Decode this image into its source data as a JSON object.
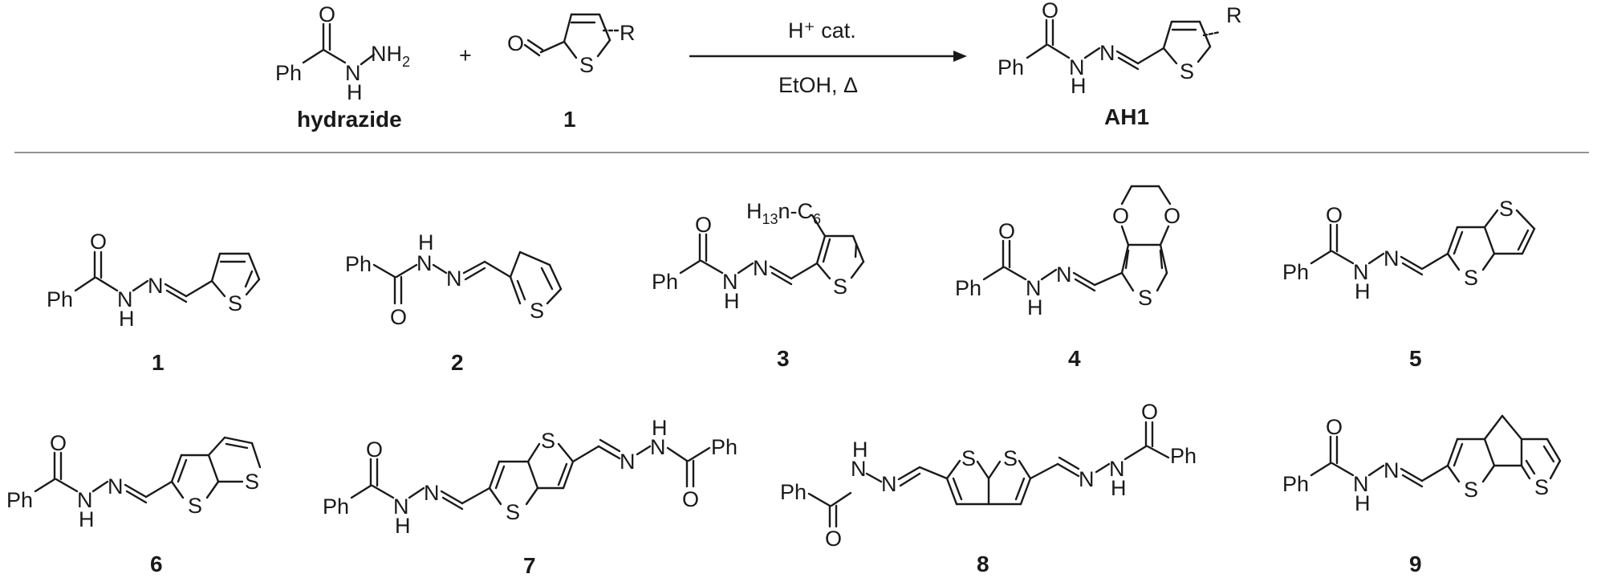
{
  "scheme": {
    "reactant_hydrazide_label": "hydrazide",
    "reactant_aldehyde_label": "1",
    "plus_sign": "+",
    "product_label": "AH1",
    "conditions_top": "H⁺ cat.",
    "conditions_bottom": "EtOH, Δ",
    "substituent_R": "R"
  },
  "atoms": {
    "phenyl": "Ph",
    "oxygen": "O",
    "nitrogen": "N",
    "nh": "H",
    "sulfur": "S",
    "nh2": "NH",
    "nh2_sub": "2",
    "hexyl": "H",
    "hexyl_sub_13": "13",
    "hexyl_mid": "n-C",
    "hexyl_sub_6": "6"
  },
  "compounds": [
    {
      "label": "1"
    },
    {
      "label": "2"
    },
    {
      "label": "3"
    },
    {
      "label": "4"
    },
    {
      "label": "5"
    },
    {
      "label": "6"
    },
    {
      "label": "7"
    },
    {
      "label": "8"
    },
    {
      "label": "9"
    }
  ]
}
